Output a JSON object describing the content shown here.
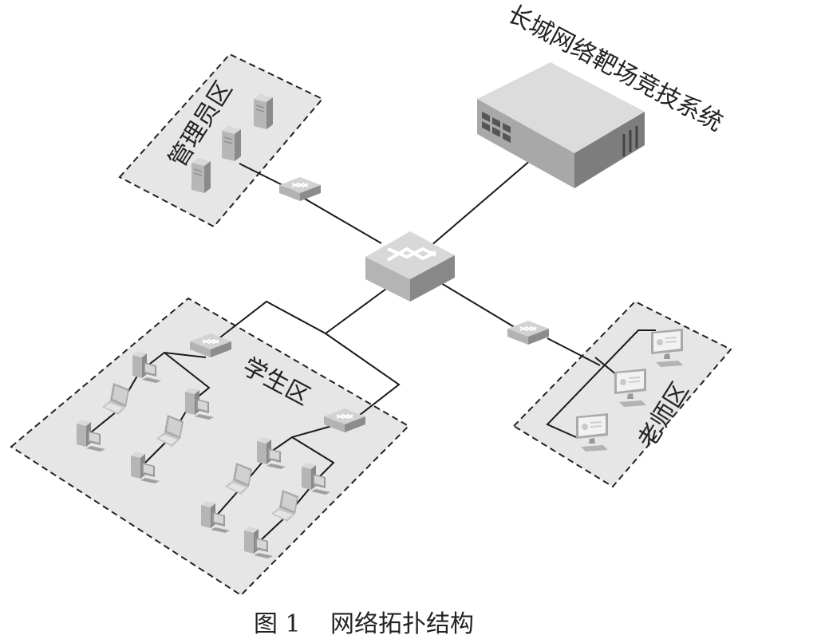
{
  "zones": {
    "admin": {
      "label": "管理员区"
    },
    "student": {
      "label": "学生区"
    },
    "teacher": {
      "label": "老师区"
    }
  },
  "system": {
    "label": "长城网络靶场竞技系统"
  },
  "caption": {
    "figure_number": "图 1",
    "title": "网络拓扑结构"
  },
  "colors": {
    "zone_fill": "#e6e6e6",
    "zone_border": "#222222",
    "device_light": "#d7d7d7",
    "device_mid": "#a9a9a9",
    "device_dark": "#7c7c7c",
    "wire": "#1a1a1a"
  },
  "icons": {
    "core": "core-switch-icon",
    "switch": "switch-icon",
    "server": "server-icon",
    "pc": "desktop-pc-icon",
    "laptop": "laptop-icon",
    "monitor": "monitor-icon",
    "system": "rack-server-icon"
  }
}
